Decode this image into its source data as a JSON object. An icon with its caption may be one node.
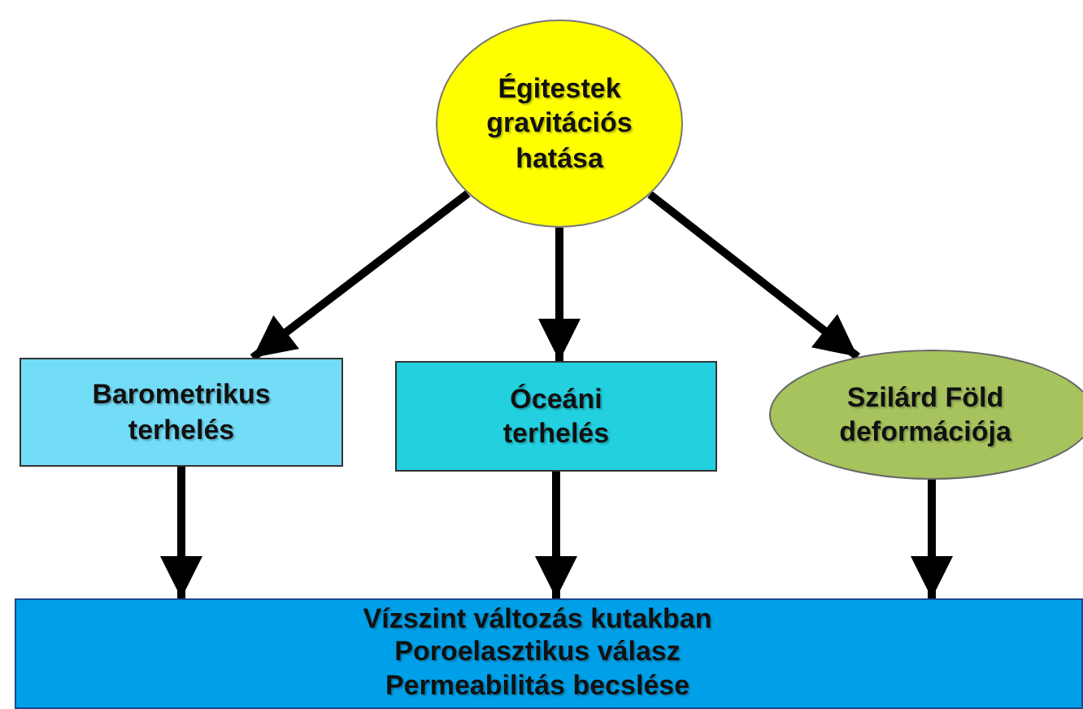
{
  "diagram": {
    "nodes": [
      {
        "text": [
          "Égitestek gravitációs hatása"
        ]
      },
      {
        "text": [
          "Barometrikus terhelés"
        ]
      },
      {
        "text": [
          "Óceáni terhelés"
        ]
      },
      {
        "text": [
          "Szilárd Föld deformációja"
        ]
      },
      {
        "text": [
          "Vízszint változás kutakban",
          "Poroelasztikus válasz",
          "Permeabilitás becslése"
        ]
      }
    ],
    "edges": [
      {
        "from": 0,
        "to": 1,
        "arrow": "to"
      },
      {
        "from": 0,
        "to": 2,
        "arrow": "to"
      },
      {
        "from": 0,
        "to": 3,
        "arrow": "to"
      },
      {
        "from": 1,
        "to": 4,
        "arrow": "to"
      },
      {
        "from": 2,
        "to": 4,
        "arrow": "to"
      },
      {
        "from": 3,
        "to": 4,
        "arrow": "to"
      }
    ]
  }
}
